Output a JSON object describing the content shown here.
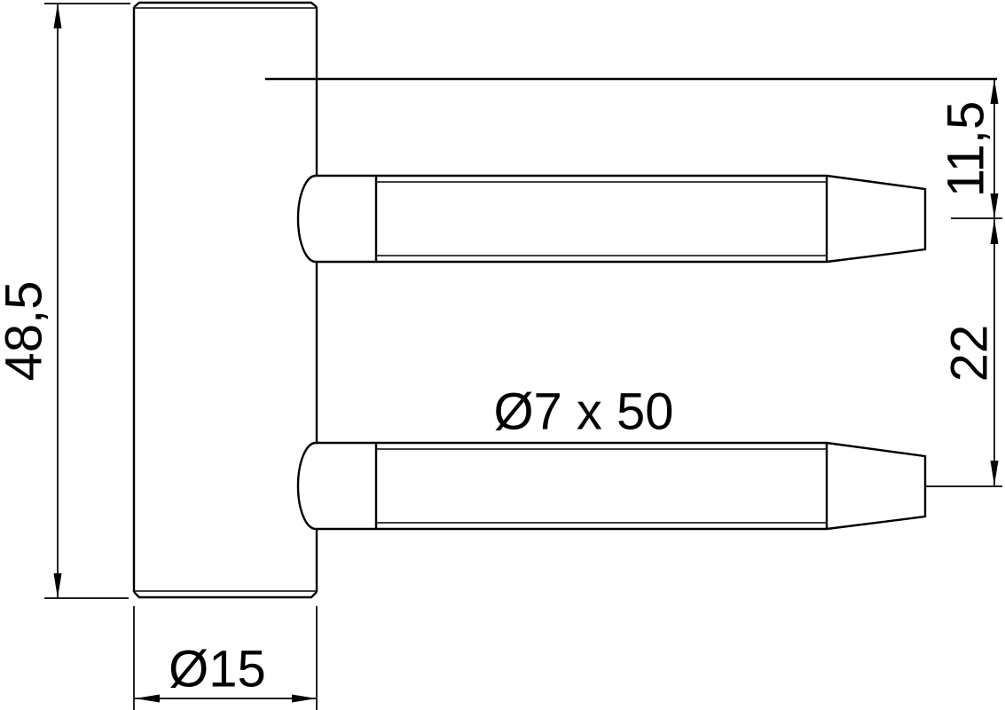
{
  "colors": {
    "line": "#000000",
    "background": "#ffffff"
  },
  "dimensions": {
    "overall_height": "48,5",
    "body_diameter": "Ø15",
    "pin_spec": "Ø7 x 50",
    "top_offset": "11,5",
    "pin_spacing": "22"
  }
}
